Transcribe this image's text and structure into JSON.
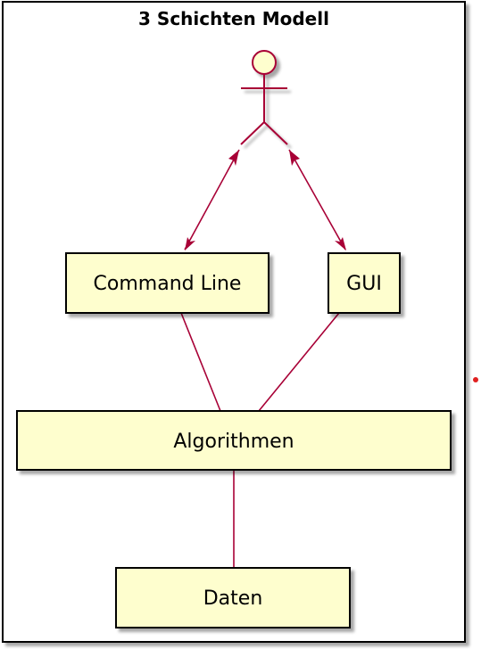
{
  "diagram": {
    "title": "3 Schichten Modell",
    "nodes": {
      "actor": {
        "type": "actor",
        "label": ""
      },
      "command_line": {
        "label": "Command Line"
      },
      "gui": {
        "label": "GUI"
      },
      "algorithmen": {
        "label": "Algorithmen"
      },
      "daten": {
        "label": "Daten"
      }
    },
    "edges": [
      {
        "from": "actor",
        "to": "command_line",
        "style": "bidirectional-arrow"
      },
      {
        "from": "actor",
        "to": "gui",
        "style": "bidirectional-arrow"
      },
      {
        "from": "command_line",
        "to": "algorithmen",
        "style": "line"
      },
      {
        "from": "gui",
        "to": "algorithmen",
        "style": "line"
      },
      {
        "from": "algorithmen",
        "to": "daten",
        "style": "line"
      }
    ]
  },
  "colors": {
    "node_fill": "#FEFECE",
    "node_stroke": "#000000",
    "connector": "#A80036",
    "actor_fill": "#FEFECE",
    "frame_stroke": "#000000",
    "shadow": "#c4c4c4",
    "marker": "#e02020"
  }
}
